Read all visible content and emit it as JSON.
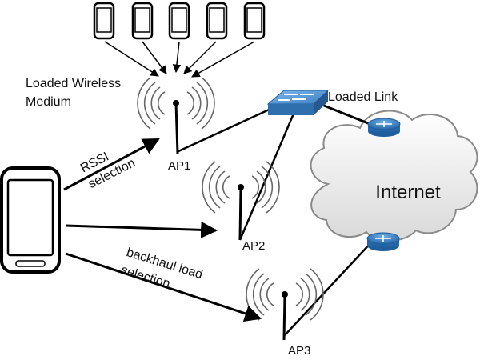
{
  "labels": {
    "loaded_medium_line1": "Loaded Wireless",
    "loaded_medium_line2": "Medium",
    "loaded_link": "Loaded Link",
    "rssi_line1": "RSSI",
    "rssi_line2": "selection",
    "backhaul_line1": "backhaul load",
    "backhaul_line2": "selection",
    "ap1": "AP1",
    "ap2": "AP2",
    "ap3": "AP3",
    "internet": "Internet"
  },
  "counts": {
    "client_phones": 5
  },
  "colors": {
    "line": "#000000",
    "switch": "#3d7fc1",
    "router": "#2f73b8",
    "cloud": "#f1f1f1"
  }
}
